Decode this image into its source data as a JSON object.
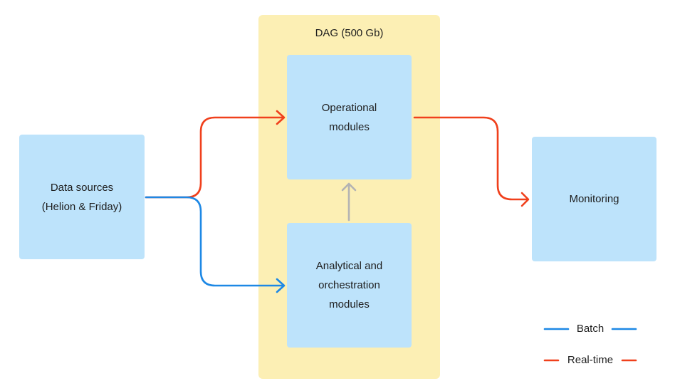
{
  "diagram": {
    "group": {
      "title": "DAG (500 Gb)",
      "fill": "#fcefb4"
    },
    "nodes": {
      "sources": {
        "label": "Data sources\n(Helion & Friday)"
      },
      "operational": {
        "label": "Operational\nmodules"
      },
      "analytical": {
        "label": "Analytical and\norchestration\nmodules"
      },
      "monitoring": {
        "label": "Monitoring"
      }
    },
    "node_fill": "#bde3fb",
    "edges": [
      {
        "from": "sources",
        "to": "operational",
        "kind": "real-time"
      },
      {
        "from": "sources",
        "to": "analytical",
        "kind": "batch"
      },
      {
        "from": "analytical",
        "to": "operational",
        "kind": "dependency"
      },
      {
        "from": "operational",
        "to": "monitoring",
        "kind": "real-time"
      }
    ],
    "colors": {
      "batch": "#1d88e5",
      "real_time": "#f0401c",
      "dependency": "#b3b3b3"
    }
  },
  "legend": {
    "batch": {
      "label": "Batch"
    },
    "real_time": {
      "label": "Real-time"
    }
  }
}
